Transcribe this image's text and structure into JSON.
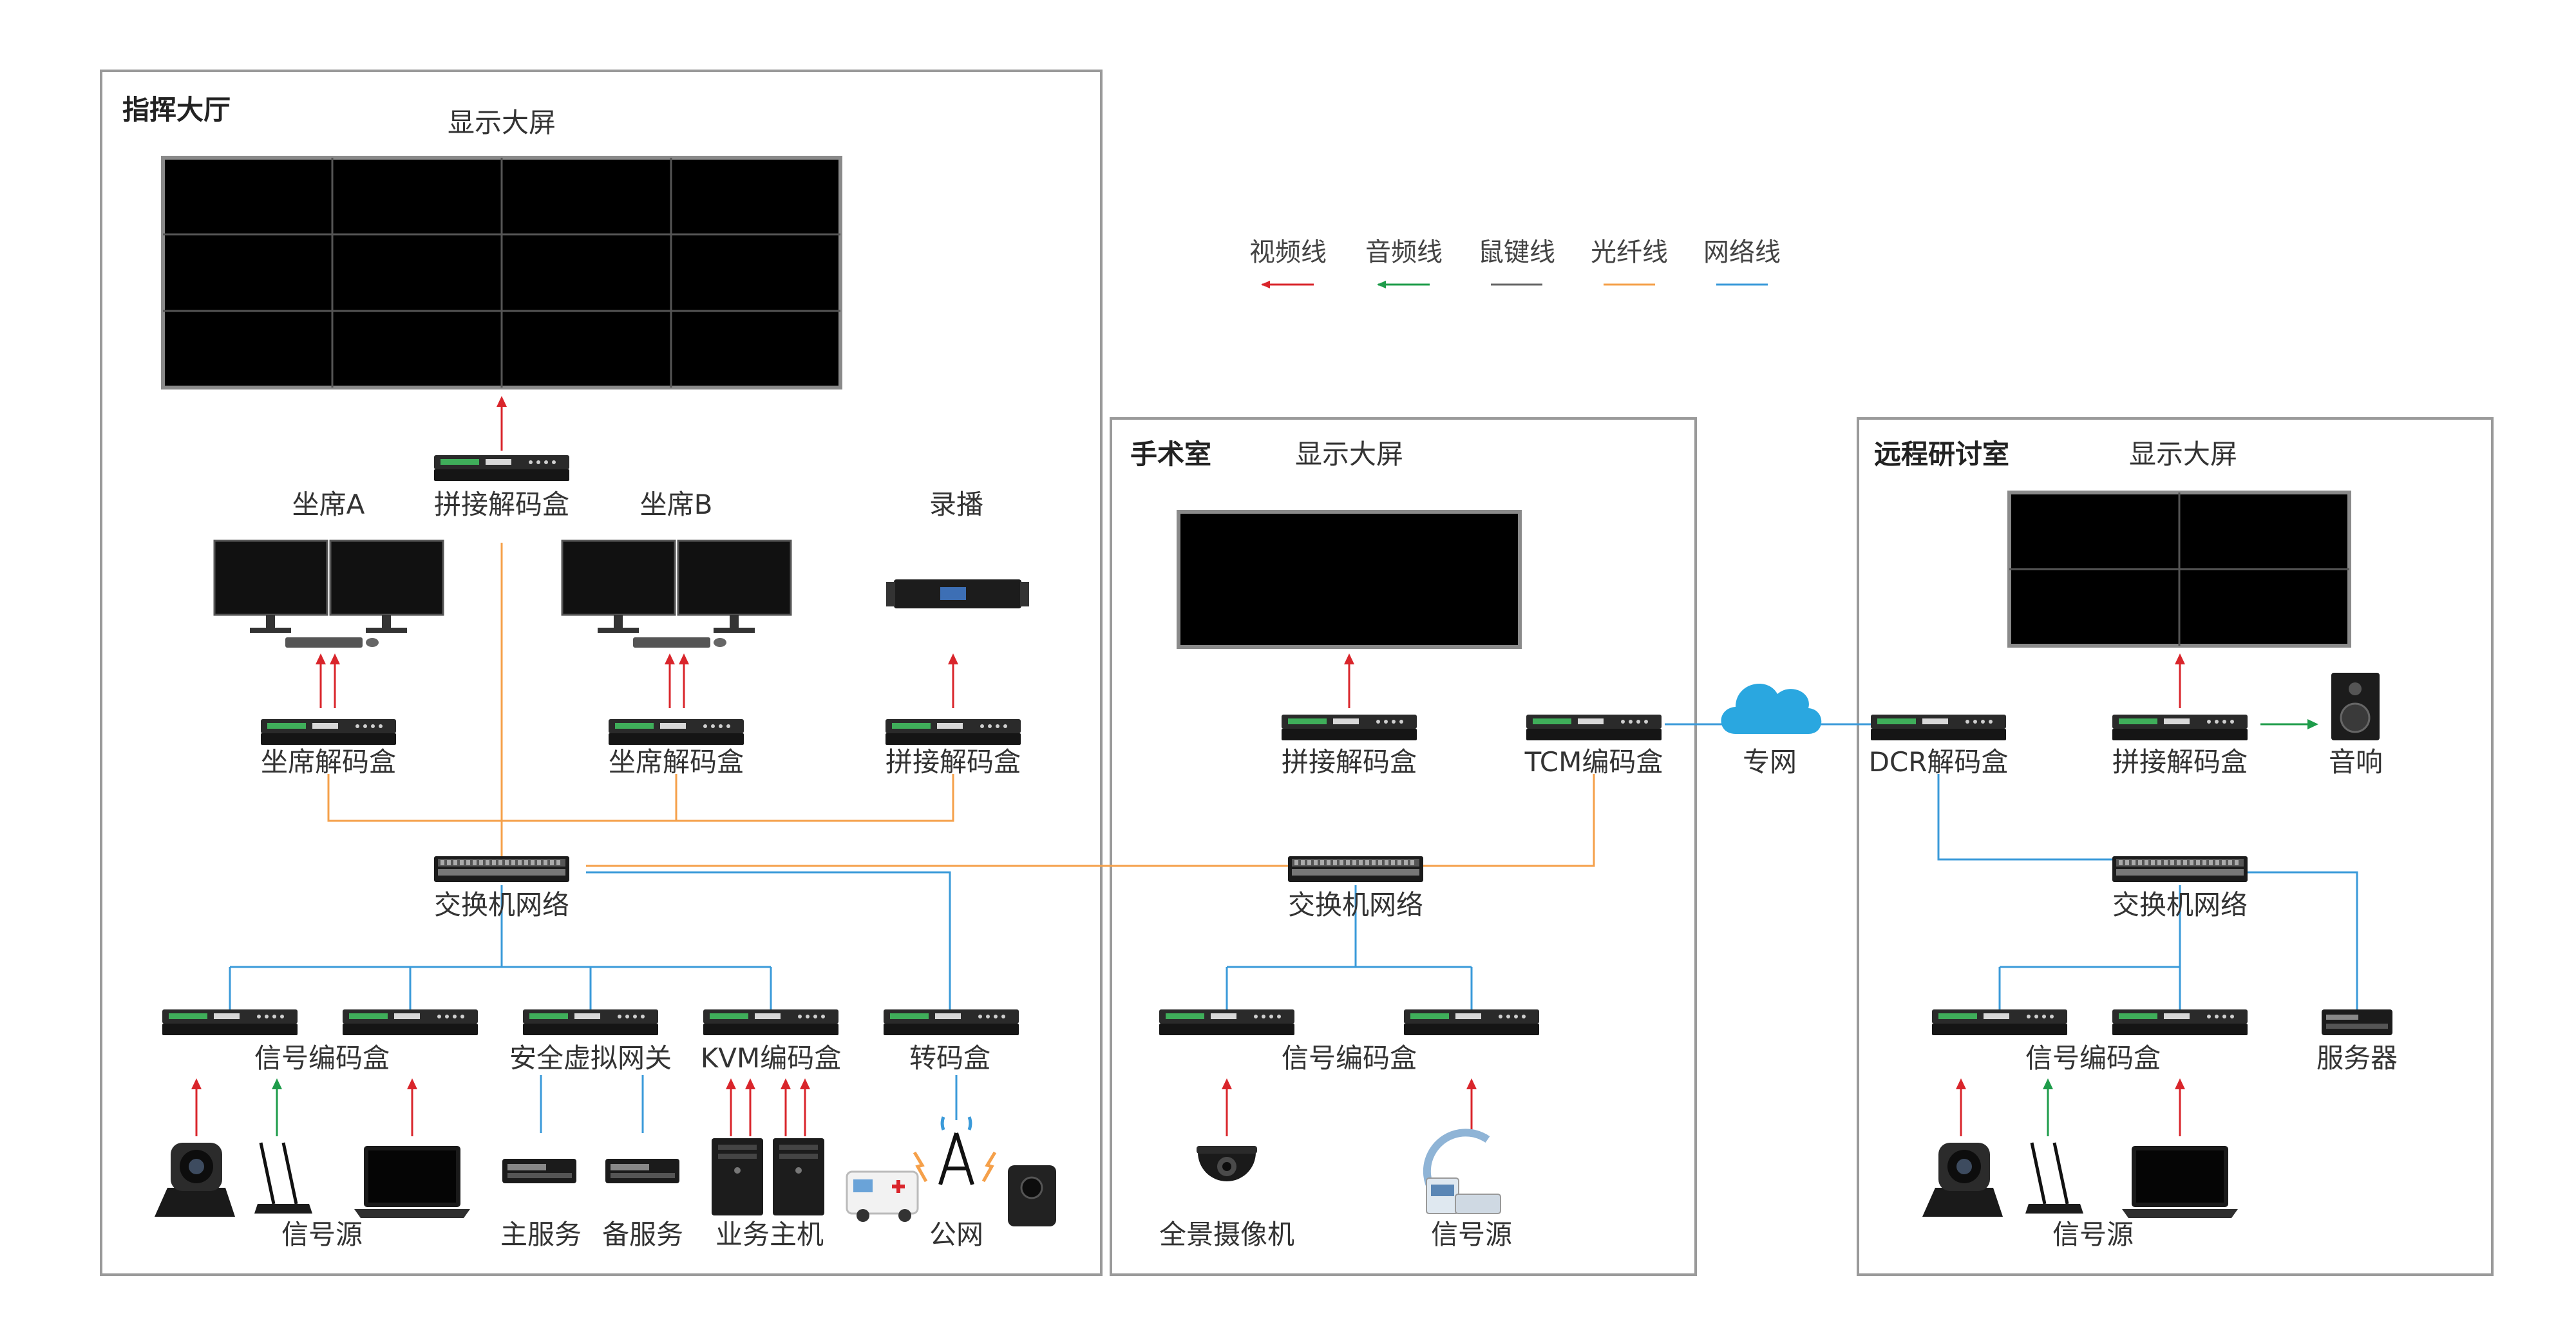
{
  "rooms": {
    "command": {
      "title": "指挥大厅",
      "screen_label": "显示大屏",
      "splice_decoder_label": "拼接解码盒",
      "seat_a_label": "坐席A",
      "seat_b_label": "坐席B",
      "record_label": "录播",
      "seat_decoder_label": "坐席解码盒",
      "seat_decoder_b_label": "坐席解码盒",
      "record_decoder_label": "拼接解码盒",
      "switch_label": "交换机网络",
      "signal_encoder_label": "信号编码盒",
      "security_gateway_label": "安全虚拟网关",
      "kvm_encoder_label": "KVM编码盒",
      "transcoder_label": "转码盒",
      "signal_source_label": "信号源",
      "main_service_label": "主服务",
      "backup_service_label": "备服务",
      "business_host_label": "业务主机",
      "public_net_label": "公网"
    },
    "surgery": {
      "title": "手术室",
      "screen_label": "显示大屏",
      "splice_decoder_label": "拼接解码盒",
      "tcm_encoder_label": "TCM编码盒",
      "switch_label": "交换机网络",
      "signal_encoder_label": "信号编码盒",
      "camera_label": "全景摄像机",
      "signal_source_label": "信号源"
    },
    "remote": {
      "title": "远程研讨室",
      "screen_label": "显示大屏",
      "dcr_decoder_label": "DCR解码盒",
      "splice_decoder_label": "拼接解码盒",
      "speaker_label": "音响",
      "switch_label": "交换机网络",
      "signal_encoder_label": "信号编码盒",
      "server_label": "服务器",
      "signal_source_label": "信号源"
    }
  },
  "private_net_label": "专网",
  "legend": [
    {
      "label": "视频线",
      "color": "#d9252b"
    },
    {
      "label": "音频线",
      "color": "#1e9c4a"
    },
    {
      "label": "鼠键线",
      "color": "#666666"
    },
    {
      "label": "光纤线",
      "color": "#f5a04a"
    },
    {
      "label": "网络线",
      "color": "#3a9ad9"
    }
  ],
  "colors": {
    "video": "#d9252b",
    "audio": "#1e9c4a",
    "fiber": "#f5a04a",
    "network": "#3a9ad9",
    "cloud": "#2aa7e0"
  }
}
